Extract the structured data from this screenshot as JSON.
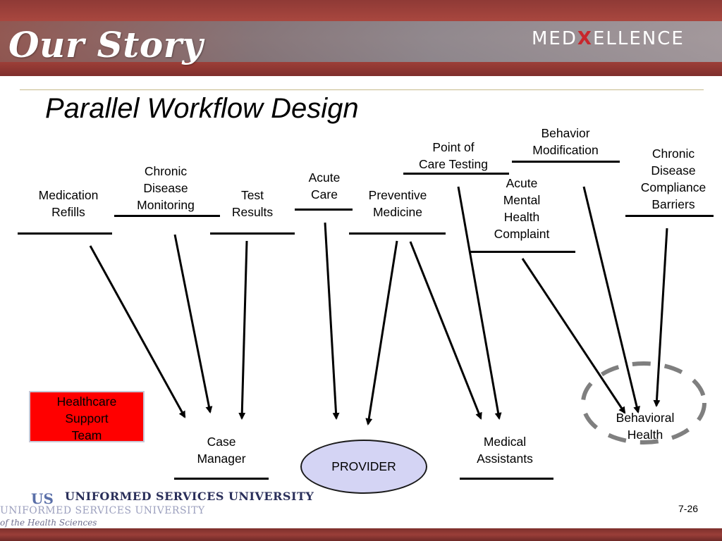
{
  "header": {
    "title": "Our Story",
    "logo_left": "MED",
    "logo_x": "X",
    "logo_right": "ELLENCE"
  },
  "subtitle": "Parallel Workflow Design",
  "inputs": {
    "medication_refills": "Medication\nRefills",
    "chronic_disease_monitoring": "Chronic\nDisease\nMonitoring",
    "test_results": "Test\nResults",
    "acute_care": "Acute\nCare",
    "preventive_medicine": "Preventive\nMedicine",
    "point_of_care_testing": "Point of\nCare Testing",
    "acute_mental_health": "Acute\nMental\nHealth\nComplaint",
    "behavior_modification": "Behavior\nModification",
    "chronic_disease_compliance": "Chronic\nDisease\nCompliance\nBarriers"
  },
  "targets": {
    "healthcare_support_team": "Healthcare\nSupport\nTeam",
    "case_manager": "Case\nManager",
    "provider": "PROVIDER",
    "medical_assistants": "Medical\nAssistants",
    "behavioral_health": "Behavioral\nHealth"
  },
  "footer": {
    "org_name": "UNIFORMED SERVICES UNIVERSITY",
    "org_ghost": "UNIFORMED SERVICES UNIVERSITY",
    "org_sub": "of the Health Sciences",
    "slide_number": "7-26"
  },
  "colors": {
    "header": "#a9473f",
    "healthcare_team_box": "#ff0000",
    "provider_fill": "#d4d4f4",
    "dashed_circle": "#7f7f7f"
  }
}
